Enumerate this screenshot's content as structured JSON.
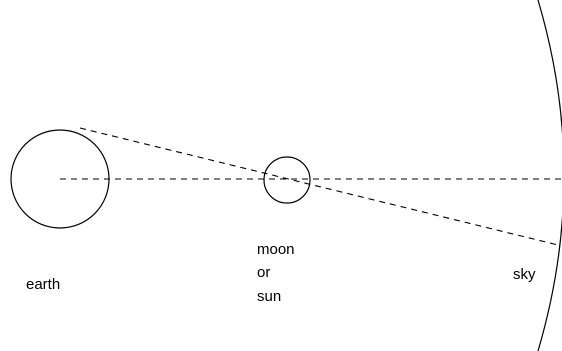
{
  "labels": {
    "earth": "earth",
    "moon_or_sun": [
      "moon",
      "or",
      "sun"
    ],
    "sky": "sky"
  },
  "colors": {
    "stroke": "#000000",
    "text": "#000000",
    "background": "#ffffff"
  }
}
